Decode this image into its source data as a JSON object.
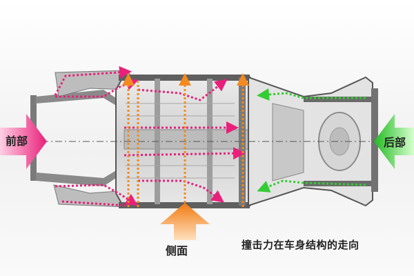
{
  "labels": {
    "front": "前部",
    "rear": "后部",
    "side": "侧面",
    "caption": "撞击力在车身结构的走向"
  },
  "colors": {
    "front_force": "#e8207a",
    "side_force": "#f28a20",
    "rear_force": "#33cc33",
    "frame": "#6d6d6d",
    "floor": "#d9d9d9"
  }
}
